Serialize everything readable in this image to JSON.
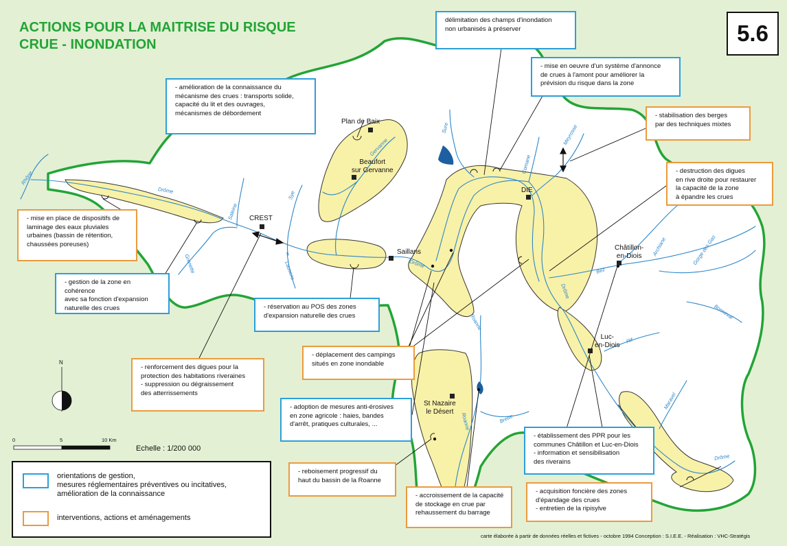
{
  "title": {
    "line1": "ACTIONS POUR  LA MAITRISE DU RISQUE",
    "line2": "CRUE - INONDATION"
  },
  "map_number": "5.6",
  "colors": {
    "background": "#e3f0d4",
    "basin_fill": "#ffffff",
    "basin_border": "#23a436",
    "river": "#2b86c9",
    "flood_zone_fill": "#f8f1a8",
    "flood_zone_border": "#333333",
    "blue_box": "#2b9fd9",
    "orange_box": "#eb9a3c"
  },
  "places": {
    "plan_de_baix": "Plan de Baix",
    "beaufort": [
      "Beaufort",
      "sur Gervanne"
    ],
    "crest": "CREST",
    "saillans": "Saillans",
    "die": "DIE",
    "chatillon": [
      "Châtillon-",
      "en-Diois"
    ],
    "luc": [
      "Luc-",
      "en-Diois"
    ],
    "st_nazaire": [
      "St Nazaire",
      "le Désert"
    ]
  },
  "rivers": {
    "rhone": "Rhône",
    "drome1": "Drôme",
    "drome2": "Drôme",
    "drome3": "Drôme",
    "drome4": "Drôme",
    "gervanne": "Gervanne",
    "saleine": "Saleine",
    "sye": "Sye",
    "grenette": "Grenette",
    "lausens": "Lausens",
    "sure": "Sure",
    "meyrosse": "Meyrosse",
    "comane": "Comane",
    "archiane": "Archiane",
    "gorge_gas": "Gorge des Gas",
    "bez": "Bez",
    "bonneval": "Bonneval",
    "roanne1": "Roanne",
    "roanne2": "Roanne",
    "rif": "Rif",
    "brette": "Brette",
    "maravel": "Maravel"
  },
  "boxes": {
    "b1": [
      "délimitation des champs d'inondation",
      "non urbanisés à préserver"
    ],
    "b2": [
      "- mise en oeuvre d'un système d'annonce",
      "de crues à l'amont pour améliorer la",
      "prévision du risque dans la zone"
    ],
    "b3": [
      "- amélioration de la connaissance du",
      "mécanisme des crues : transports solide,",
      "capacité du lit et des ouvrages,",
      "mécanismes de débordement"
    ],
    "b4": [
      "- stabilisation des berges",
      "par des techniques mixtes"
    ],
    "b5": [
      "- destruction des digues",
      "en rive droite pour restaurer",
      "la capacité de la zone",
      "à épandre les crues"
    ],
    "b6": [
      "- mise en place de dispositifs de",
      "laminage des eaux pluviales",
      "urbaines (bassin de rétention,",
      "chaussées poreuses)"
    ],
    "b7": [
      "- gestion de la zone en cohérence",
      "avec sa fonction d'expansion",
      "naturelle des crues"
    ],
    "b8": [
      "- réservation au POS des zones",
      "d'expansion naturelle des crues"
    ],
    "b9": [
      "- renforcement des digues pour la",
      "protection des habitations riveraines",
      "- suppression ou dégraissement",
      "des atterrissements"
    ],
    "b10": [
      "- déplacement des campings",
      "situés en zone inondable"
    ],
    "b11": [
      "- adoption de mesures anti-érosives",
      "en zone agricole : haies, bandes",
      "d'arrêt, pratiques culturales, ..."
    ],
    "b12": [
      "- établissement des PPR pour les",
      "communes Châtillon et Luc-en-Diois",
      "- information et sensibilisation",
      "des riverains"
    ],
    "b13": [
      "- reboisement progressif du",
      "haut du bassin de la Roanne"
    ],
    "b14": [
      "- accroissement de la capacité",
      "de stockage en crue par",
      "rehaussement du barrage"
    ],
    "b15": [
      "- acquisition foncière des zones",
      "d'épandage des crues",
      "- entretien de la ripisylve"
    ]
  },
  "legend": {
    "blue_text": [
      "orientations de gestion,",
      "mesures réglementaires préventives ou incitatives,",
      "amélioration de la connaissance"
    ],
    "orange_text": "interventions, actions et aménagements"
  },
  "scale": {
    "label": "Echelle : 1/200 000",
    "ticks": [
      "0",
      "5",
      "10 Km"
    ]
  },
  "north": "N",
  "credits": "carte élaborée à partir de données réelles et fictives - octobre 1994   Conception : S.I.E.E. - Réalisation : VHC-Stratégis"
}
